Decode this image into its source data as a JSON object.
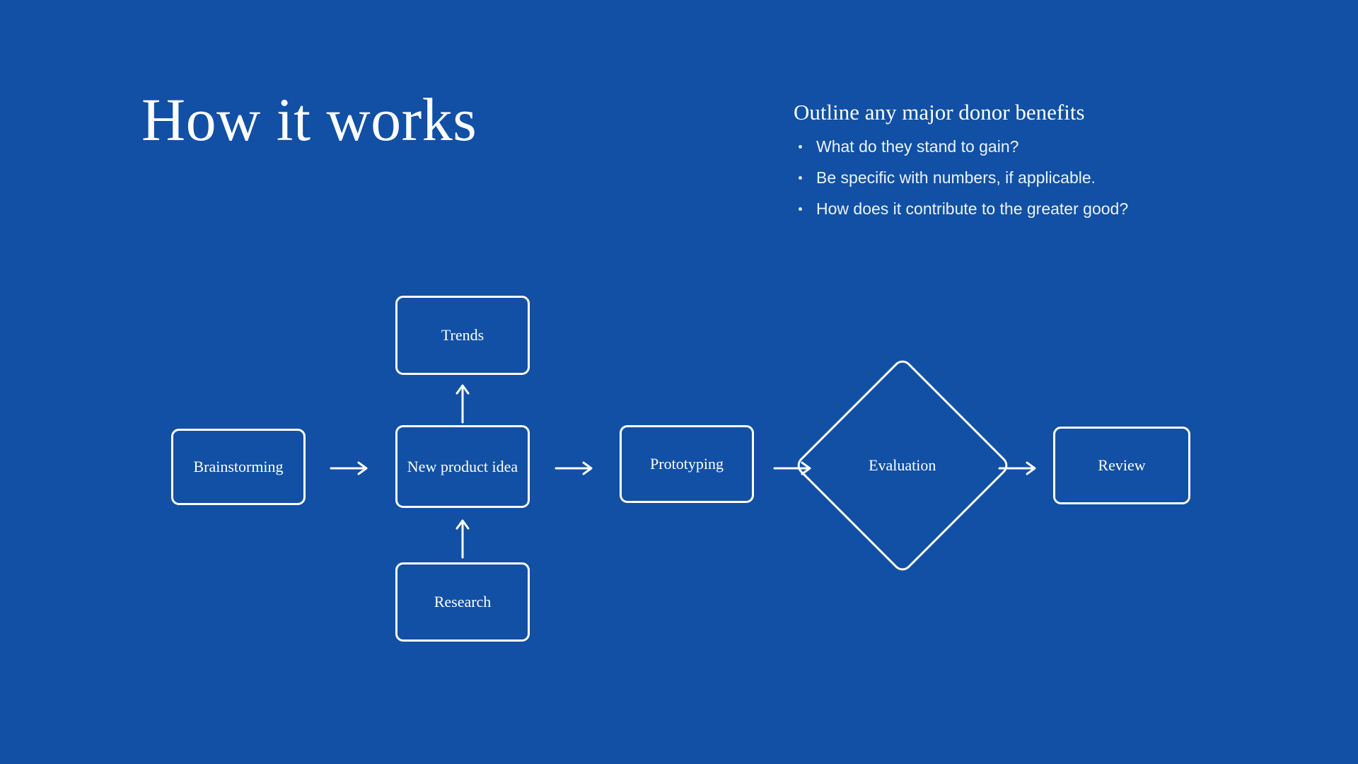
{
  "theme": {
    "background": "#1150a4",
    "stroke": "#ffffff",
    "text": "#ffffff",
    "muted_text": "#eef3fb"
  },
  "slide": {
    "title": "How it works"
  },
  "notes": {
    "heading": "Outline any major donor benefits",
    "bullets": [
      "What do they stand to gain?",
      "Be specific with numbers, if applicable.",
      "How does it contribute to the greater good?"
    ]
  },
  "chart_data": {
    "type": "diagram",
    "diagram_type": "flowchart",
    "title": "How it works",
    "nodes": [
      {
        "id": "brainstorming",
        "label": "Brainstorming",
        "shape": "rounded-rect"
      },
      {
        "id": "new-product",
        "label": "New product idea",
        "shape": "rounded-rect"
      },
      {
        "id": "trends",
        "label": "Trends",
        "shape": "rounded-rect"
      },
      {
        "id": "research",
        "label": "Research",
        "shape": "rounded-rect"
      },
      {
        "id": "prototyping",
        "label": "Prototyping",
        "shape": "rounded-rect"
      },
      {
        "id": "evaluation",
        "label": "Evaluation",
        "shape": "diamond"
      },
      {
        "id": "review",
        "label": "Review",
        "shape": "rounded-rect"
      }
    ],
    "edges": [
      {
        "from": "brainstorming",
        "to": "new-product",
        "direction": "right"
      },
      {
        "from": "new-product",
        "to": "prototyping",
        "direction": "right"
      },
      {
        "from": "prototyping",
        "to": "evaluation",
        "direction": "right"
      },
      {
        "from": "evaluation",
        "to": "review",
        "direction": "right"
      },
      {
        "from": "new-product",
        "to": "trends",
        "direction": "up"
      },
      {
        "from": "research",
        "to": "new-product",
        "direction": "up"
      }
    ]
  }
}
